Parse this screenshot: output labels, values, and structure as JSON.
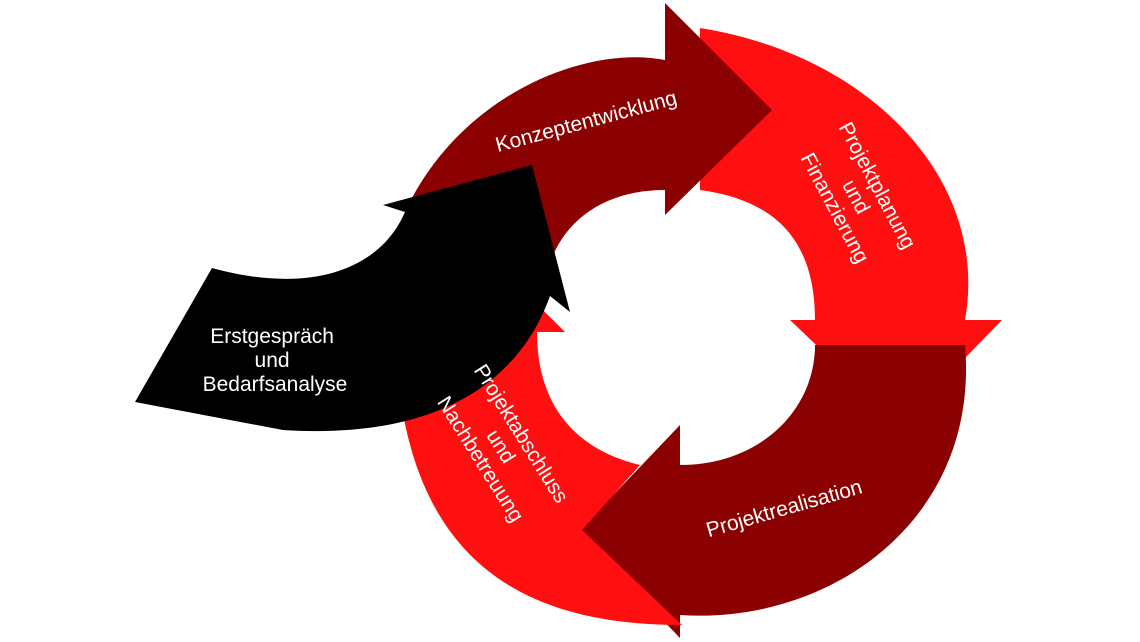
{
  "colors": {
    "background": "#ffffff",
    "dark_red": "#8b0000",
    "bright_red": "#ff0f10",
    "black": "#000000",
    "text": "#ffffff"
  },
  "stages": {
    "erstgespraech": [
      "Erstgespräch",
      "und",
      "Bedarfsanalyse"
    ],
    "konzept": "Konzeptentwicklung",
    "planung": [
      "Projektplanung",
      "und",
      "Finanzierung"
    ],
    "realisation": "Projektrealisation",
    "abschluss": [
      "Projektabschluss",
      "und",
      "Nachbetreuung"
    ]
  }
}
